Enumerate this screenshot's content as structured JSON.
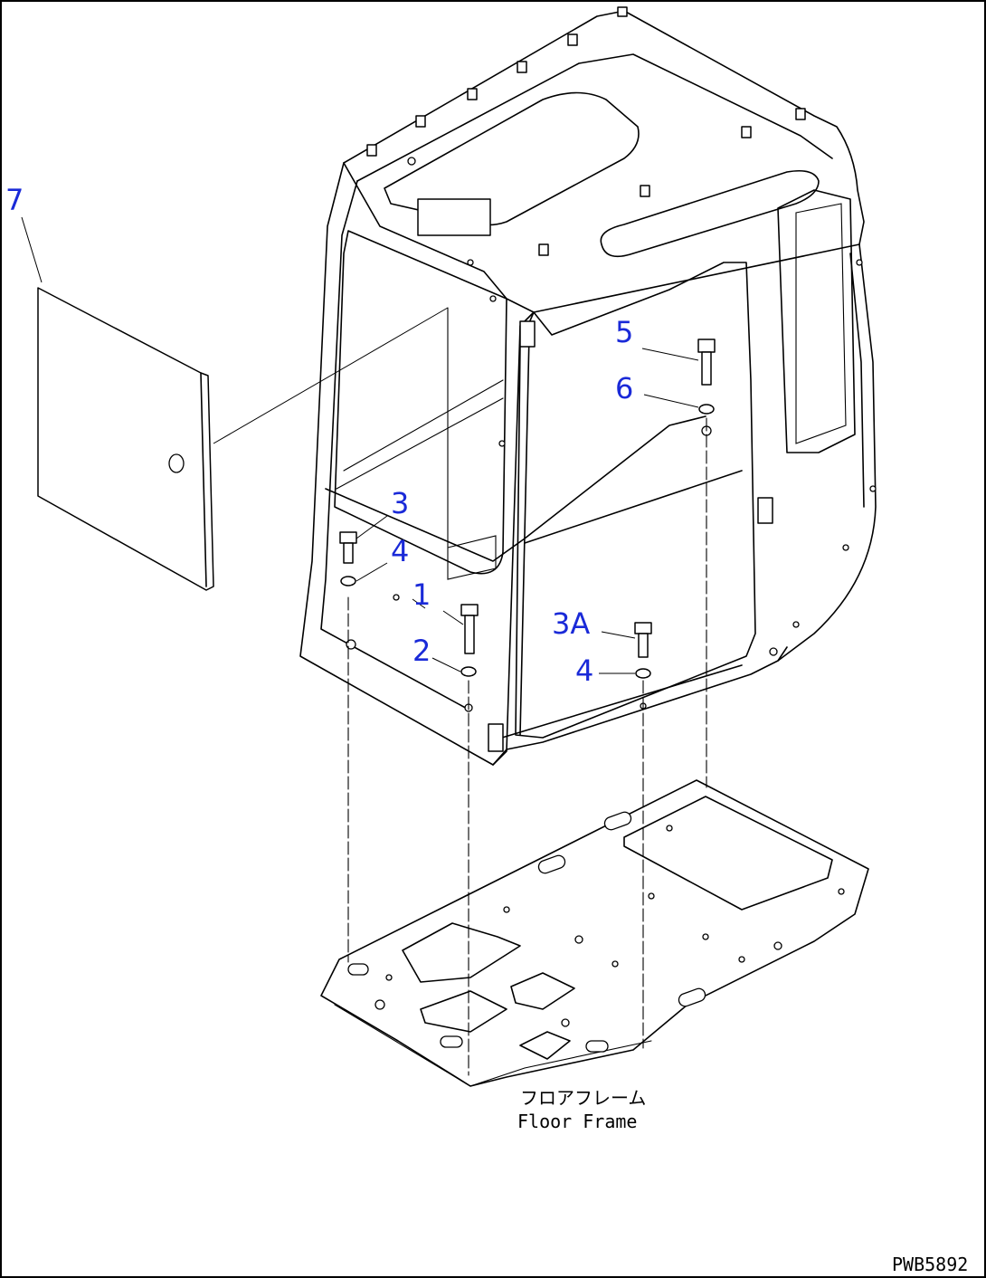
{
  "diagram": {
    "callouts": {
      "c1": "1",
      "c2": "2",
      "c3": "3",
      "c3a": "3A",
      "c4a": "4",
      "c4b": "4",
      "c5": "5",
      "c6": "6",
      "c7": "7"
    },
    "floor_frame_label_jp": "フロアフレーム",
    "floor_frame_label_en": "Floor Frame",
    "drawing_code": "PWB5892"
  },
  "colors": {
    "callout": "#1a2ad8",
    "line": "#000000",
    "background": "#ffffff"
  }
}
